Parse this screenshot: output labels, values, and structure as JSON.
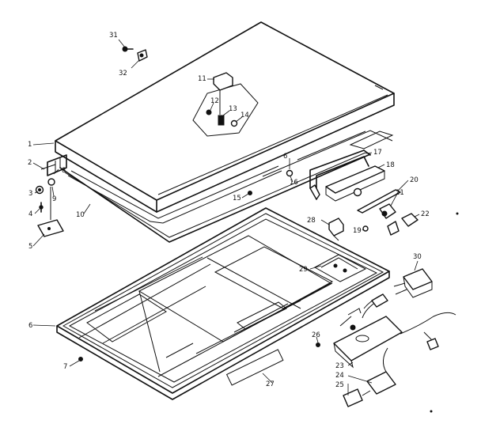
{
  "diagram": {
    "type": "exploded-parts-view",
    "callouts": [
      {
        "id": "31",
        "label": "31"
      },
      {
        "id": "32",
        "label": "32"
      },
      {
        "id": "11",
        "label": "11"
      },
      {
        "id": "12",
        "label": "12"
      },
      {
        "id": "13",
        "label": "13"
      },
      {
        "id": "14",
        "label": "14"
      },
      {
        "id": "1",
        "label": "1"
      },
      {
        "id": "2",
        "label": "2"
      },
      {
        "id": "3",
        "label": "3"
      },
      {
        "id": "4",
        "label": "4"
      },
      {
        "id": "5",
        "label": "5"
      },
      {
        "id": "6",
        "label": "6"
      },
      {
        "id": "7",
        "label": "7"
      },
      {
        "id": "8",
        "label": "8"
      },
      {
        "id": "9",
        "label": "9"
      },
      {
        "id": "10",
        "label": "10"
      },
      {
        "id": "15",
        "label": "15"
      },
      {
        "id": "16",
        "label": "16"
      },
      {
        "id": "6b",
        "label": "6"
      },
      {
        "id": "17",
        "label": "17"
      },
      {
        "id": "18",
        "label": "18"
      },
      {
        "id": "19",
        "label": "19"
      },
      {
        "id": "20",
        "label": "20"
      },
      {
        "id": "21",
        "label": "21"
      },
      {
        "id": "22",
        "label": "22"
      },
      {
        "id": "23",
        "label": "23"
      },
      {
        "id": "24",
        "label": "24"
      },
      {
        "id": "25",
        "label": "25"
      },
      {
        "id": "26",
        "label": "26"
      },
      {
        "id": "27",
        "label": "27"
      },
      {
        "id": "28",
        "label": "28"
      },
      {
        "id": "29",
        "label": "29"
      },
      {
        "id": "30",
        "label": "30"
      }
    ]
  }
}
